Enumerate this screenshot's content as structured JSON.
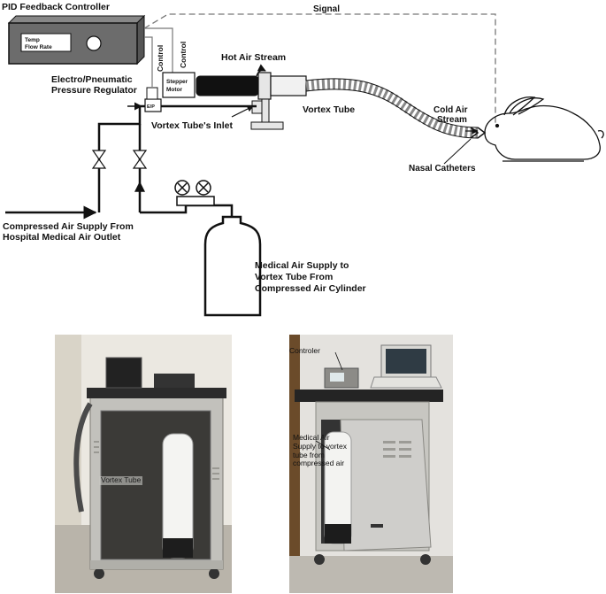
{
  "diagram": {
    "controller_title": "PID Feedback Controller",
    "controller_display_line1": "Temp",
    "controller_display_line2": "Flow Rate",
    "signal": "Signal",
    "control_1": "Control",
    "control_2": "Control",
    "hot_air_stream": "Hot Air Stream",
    "stepper_motor_line1": "Stepper",
    "stepper_motor_line2": "Motor",
    "regulator_line1": "Electro/Pneumatic",
    "regulator_line2": "Pressure Regulator",
    "ep": "E/P",
    "vortex_tube": "Vortex Tube",
    "vortex_inlet": "Vortex Tube's Inlet",
    "cold_air_line1": "Cold Air",
    "cold_air_line2": "Stream",
    "nasal_catheters": "Nasal Catheters",
    "supply_line1": "Compressed Air Supply From",
    "supply_line2": "Hospital Medical Air Outlet",
    "cylinder_line1": "Medical Air Supply to",
    "cylinder_line2": "Vortex Tube From",
    "cylinder_line3": "Compressed Air Cylinder"
  },
  "photos": {
    "left_label": "Vortex Tube",
    "right_controller": "Controler",
    "right_air_line1": "Medical Air",
    "right_air_line2": "Supply to vortex",
    "right_air_line3": "tube from",
    "right_air_line4": "compressed air"
  },
  "colors": {
    "line": "#111111",
    "signal_dash": "#777777",
    "cabinet": "#c9c8c3",
    "cylinder": "#f2f2f0",
    "wall": "#e9e6df"
  }
}
